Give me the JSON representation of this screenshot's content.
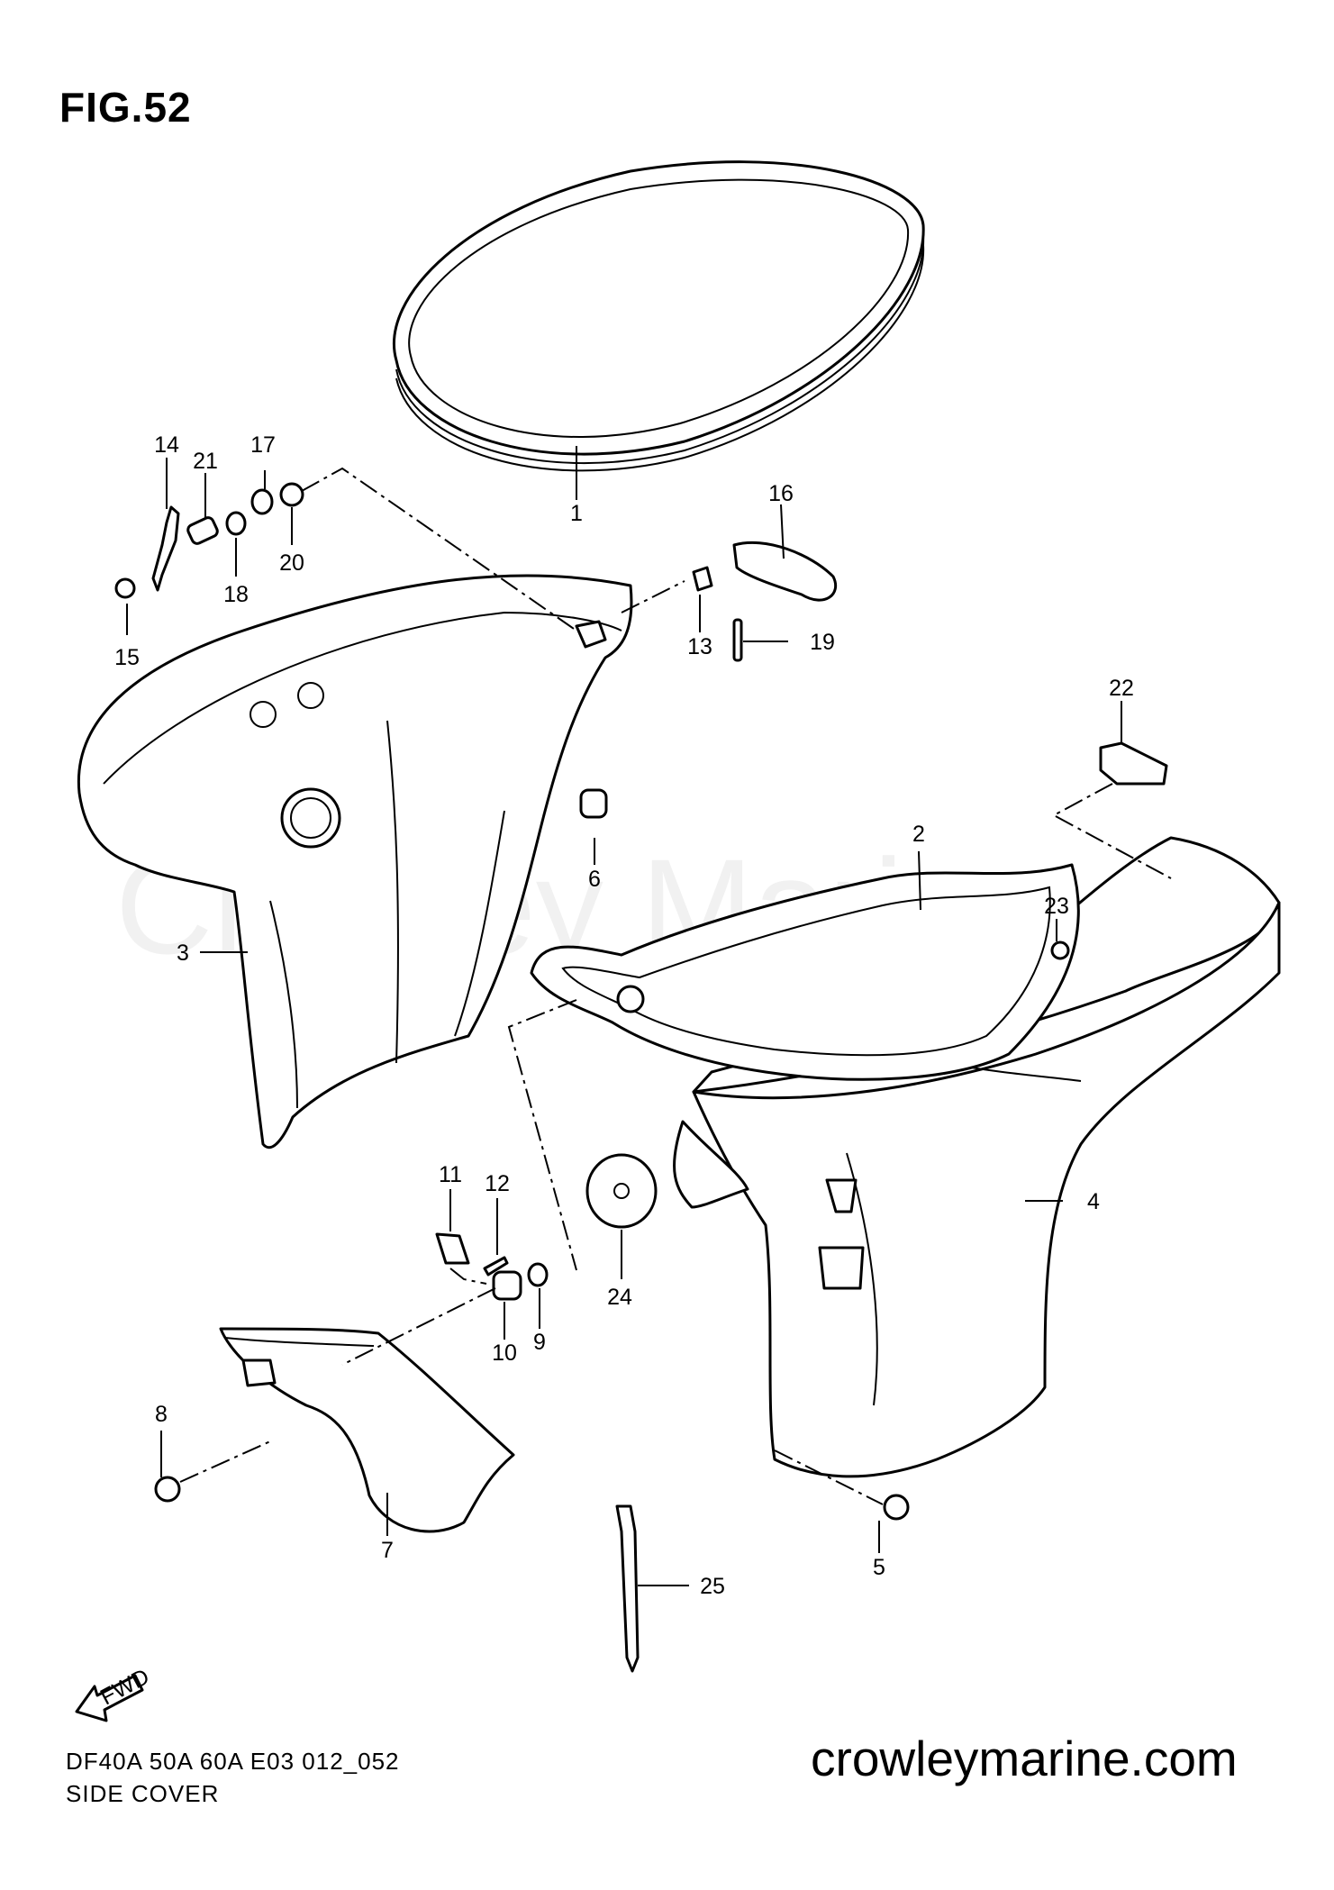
{
  "figure": {
    "title": "FIG.52"
  },
  "watermark": "Crowley Marine",
  "caption": {
    "code": "DF40A 50A 60A E03 012_052",
    "name": "SIDE COVER"
  },
  "website": "crowleymarine.com",
  "fwd_label": "FWD",
  "callouts": [
    "1",
    "2",
    "3",
    "4",
    "5",
    "6",
    "7",
    "8",
    "9",
    "10",
    "11",
    "12",
    "13",
    "14",
    "15",
    "16",
    "17",
    "18",
    "19",
    "20",
    "21",
    "22",
    "23",
    "24",
    "25"
  ]
}
